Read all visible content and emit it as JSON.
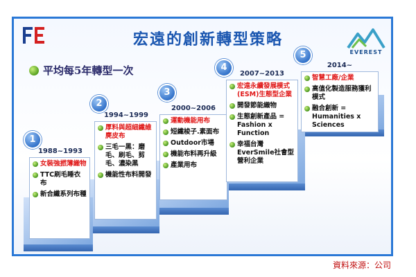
{
  "title": "宏遠的創新轉型策略",
  "subtitle": "平均每5年轉型一次",
  "logos": {
    "left": "FE logo",
    "right_text": "EVEREST"
  },
  "steps": [
    {
      "number": "1",
      "years": "1988~1993",
      "items": [
        {
          "text": "女裝強撚薄織物",
          "highlight": true
        },
        {
          "text": "TTC刷毛睡衣布",
          "highlight": false
        },
        {
          "text": "新合纖系列布種",
          "highlight": false
        }
      ]
    },
    {
      "number": "2",
      "years": "1994~1999",
      "items": [
        {
          "text": "厚料與超細纖維麂皮布",
          "highlight": true
        },
        {
          "text": "三毛一黑：磨毛、刷毛、剪毛、濃染黑",
          "highlight": false
        },
        {
          "text": "機能性布料開發",
          "highlight": false
        }
      ]
    },
    {
      "number": "3",
      "years": "2000~2006",
      "items": [
        {
          "text": "運動機能用布",
          "highlight": true
        },
        {
          "text": "短纖梭子.素面布",
          "highlight": false
        },
        {
          "text": "Outdoor市場",
          "highlight": false
        },
        {
          "text": "機能布料再升級",
          "highlight": false
        },
        {
          "text": "產業用布",
          "highlight": false
        }
      ]
    },
    {
      "number": "4",
      "years": "2007~2013",
      "items": [
        {
          "text": "宏遠永續發展模式(ESM)生態型企業",
          "highlight": true
        },
        {
          "text": "開發節能織物",
          "highlight": false
        },
        {
          "text": "生態創新產品 = Fashion x Function",
          "highlight": false
        },
        {
          "text": "幸福台灣 EverSmile社會型營利企業",
          "highlight": false
        }
      ]
    },
    {
      "number": "5",
      "years": "2014~",
      "items": [
        {
          "text": "智慧工廠/企業",
          "highlight": true
        },
        {
          "text": "高值化製造服務獲利模式",
          "highlight": false
        },
        {
          "text": "融合創新 = Humanities x Sciences",
          "highlight": false
        }
      ]
    }
  ],
  "source": "資料來源：公司",
  "colors": {
    "title": "#1a56b0",
    "highlight": "#e01818",
    "frame": "#2a78d6",
    "step": "#7fa9e0"
  }
}
